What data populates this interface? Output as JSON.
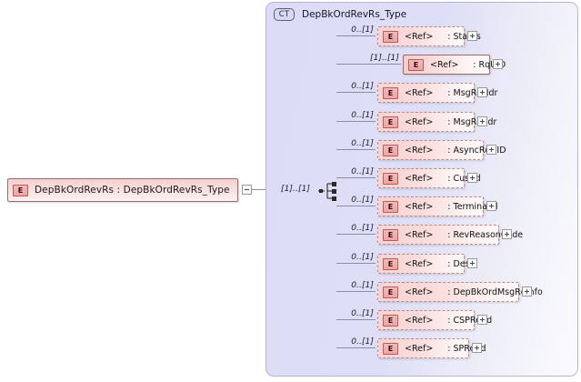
{
  "diagram": {
    "type": "xsd-schema-diagram",
    "colors": {
      "panel_background": "#dcdcf6",
      "panel_border": "#b6b6d4",
      "element_box_fill": "#f9dede",
      "element_box_border": "#9c6a6a",
      "e_badge_fill": "#efa4a4",
      "e_badge_border": "#b55e5e",
      "sequence_bar_fill": "#e6e6e6",
      "connector_line": "#8d8da8",
      "text": "#1a1a2e"
    }
  },
  "root_element": {
    "icon": "element-badge",
    "badge_text": "E",
    "label": "DepBkOrdRevRs : DepBkOrdRevRs_Type",
    "toggle": "collapse-box",
    "toggle_state": "expanded",
    "cardinality": "[1]..[1]"
  },
  "complex_type": {
    "badge_text": "CT",
    "title": "DepBkOrdRevRs_Type",
    "compositor": "sequence"
  },
  "children": [
    {
      "cardinality": "0..[1]",
      "badge_text": "E",
      "tag": "<Ref>",
      "name": ": Status",
      "required": false,
      "toggle": "plus-box"
    },
    {
      "cardinality": "[1]..[1]",
      "badge_text": "E",
      "tag": "<Ref>",
      "name": ": RqUID",
      "required": true,
      "toggle": "plus-box"
    },
    {
      "cardinality": "0..[1]",
      "badge_text": "E",
      "tag": "<Ref>",
      "name": ": MsgRqHdr",
      "required": false,
      "toggle": "plus-box"
    },
    {
      "cardinality": "0..[1]",
      "badge_text": "E",
      "tag": "<Ref>",
      "name": ": MsgRsHdr",
      "required": false,
      "toggle": "plus-box"
    },
    {
      "cardinality": "0..[1]",
      "badge_text": "E",
      "tag": "<Ref>",
      "name": ": AsyncRqUID",
      "required": false,
      "toggle": "plus-box"
    },
    {
      "cardinality": "0..[1]",
      "badge_text": "E",
      "tag": "<Ref>",
      "name": ": CustId",
      "required": false,
      "toggle": "plus-box"
    },
    {
      "cardinality": "0..[1]",
      "badge_text": "E",
      "tag": "<Ref>",
      "name": ": TerminalId",
      "required": false,
      "toggle": "plus-box"
    },
    {
      "cardinality": "0..[1]",
      "badge_text": "E",
      "tag": "<Ref>",
      "name": ": RevReasonCode",
      "required": false,
      "toggle": "plus-box"
    },
    {
      "cardinality": "0..[1]",
      "badge_text": "E",
      "tag": "<Ref>",
      "name": ": Desc",
      "required": false,
      "toggle": "plus-box"
    },
    {
      "cardinality": "0..[1]",
      "badge_text": "E",
      "tag": "<Ref>",
      "name": ": DepBkOrdMsgRqInfo",
      "required": false,
      "toggle": "plus-box"
    },
    {
      "cardinality": "0..[1]",
      "badge_text": "E",
      "tag": "<Ref>",
      "name": ": CSPRefId",
      "required": false,
      "toggle": "plus-box"
    },
    {
      "cardinality": "0..[1]",
      "badge_text": "E",
      "tag": "<Ref>",
      "name": ": SPRefId",
      "required": false,
      "toggle": "plus-box"
    }
  ]
}
